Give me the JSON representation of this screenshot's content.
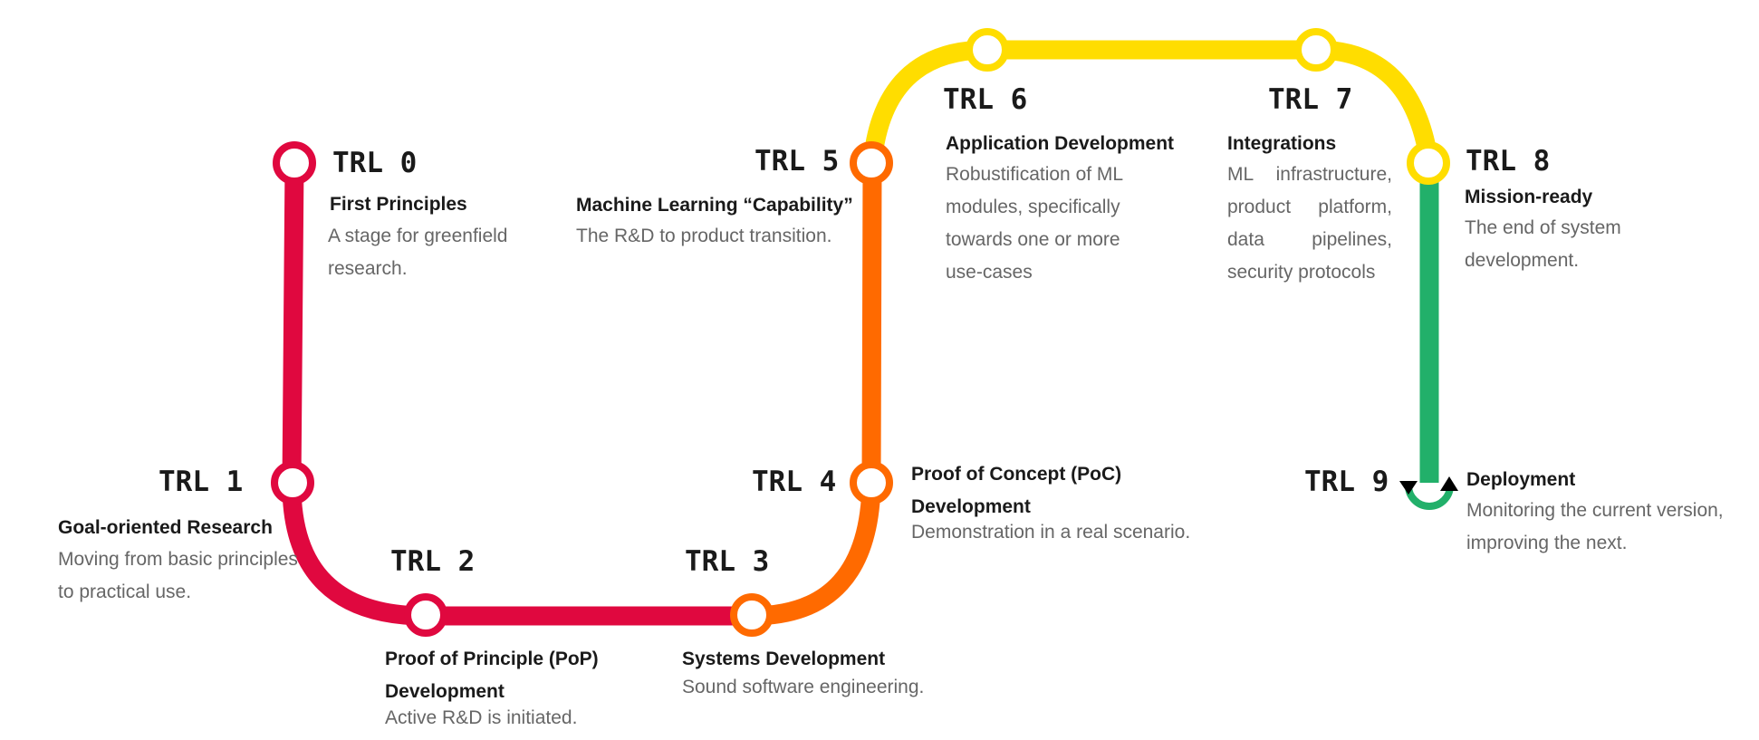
{
  "colors": {
    "red": "#e0083f",
    "orange": "#ff6a00",
    "yellow": "#ffdd00",
    "green": "#22b06a",
    "label": "#1a1a1a",
    "description": "#666666"
  },
  "stages": [
    {
      "level": "TRL 0",
      "title": "First Principles",
      "description": "A stage for greenfield research.",
      "color": "red"
    },
    {
      "level": "TRL 1",
      "title": "Goal-oriented Research",
      "description": "Moving from basic principles to practical use.",
      "color": "red"
    },
    {
      "level": "TRL 2",
      "title": "Proof of Principle (PoP) Development",
      "description": "Active R&D is initiated.",
      "color": "red"
    },
    {
      "level": "TRL 3",
      "title": "Systems Development",
      "description": "Sound software engineering.",
      "color": "orange"
    },
    {
      "level": "TRL 4",
      "title": "Proof of Concept (PoC) Development",
      "description": "Demonstration in a real scenario.",
      "color": "orange"
    },
    {
      "level": "TRL 5",
      "title": "Machine Learning “Capability”",
      "description": "The R&D to product transition.",
      "color": "orange"
    },
    {
      "level": "TRL 6",
      "title": "Application Development",
      "description": "Robustification of ML modules, specifically towards one or more use-cases",
      "color": "yellow"
    },
    {
      "level": "TRL 7",
      "title": "Integrations",
      "description": "ML infrastructure, product platform, data pipelines, security protocols",
      "color": "yellow"
    },
    {
      "level": "TRL 8",
      "title": "Mission-ready",
      "description": "The end of system development.",
      "color": "yellow"
    },
    {
      "level": "TRL 9",
      "title": "Deployment",
      "description": "Monitoring the current version, improving the next.",
      "color": "green"
    }
  ]
}
